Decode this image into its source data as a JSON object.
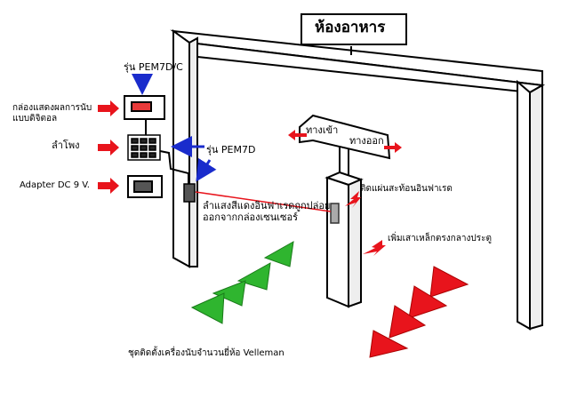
{
  "sign_top": "ห้องอาหาร",
  "direction_sign": {
    "left": "ทางเข้า",
    "right": "ทางออก"
  },
  "labels": {
    "model_top": "รุ่น PEM7D/C",
    "display_box_line1": "กล่องแสดงผลการนับ",
    "display_box_line2": "แบบดิจิตอล",
    "speaker": "ลำโพง",
    "adapter": "Adapter DC 9 V.",
    "model_sensor": "รุ่น PEM7D",
    "reflector": "ติดแผ่นสะท้อนอินฟาเรด",
    "beam_line1": "ลำแสงสีแดงอินฟาเรดถูกปล่อย",
    "beam_line2": "ออกจากกล่องเซนเซอร์",
    "add_post": "เพิ่มเสาเหล็กตรงกลางประตู",
    "caption": "ชุดติดตั้งเครื่องนับจำนวนยี่ห้อ Velleman"
  },
  "colors": {
    "arrow_red": "#e8141c",
    "arrow_blue": "#1a2ccc",
    "entry_green": "#2fb52f",
    "exit_red": "#e8141c",
    "display_screen": "#e83a3a"
  }
}
